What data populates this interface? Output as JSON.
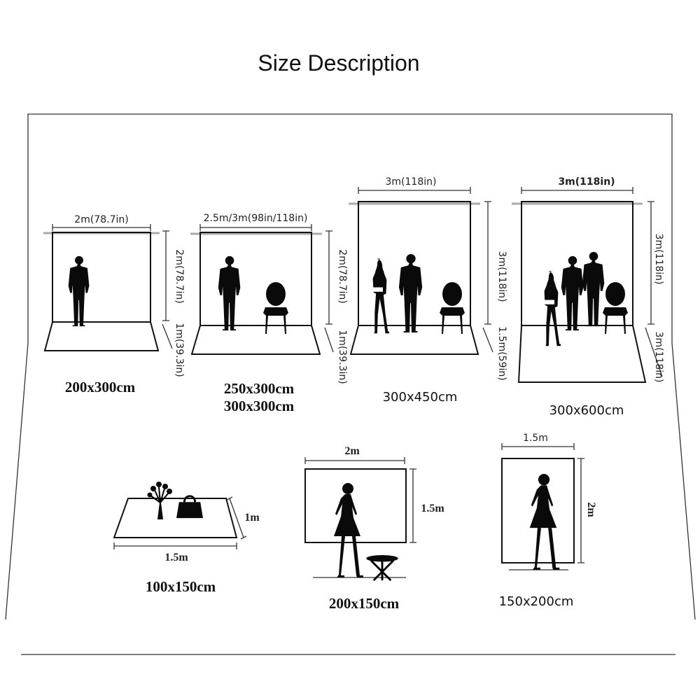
{
  "title": "Size Description",
  "backdrops": [
    {
      "width_label": "2m(78.7in)",
      "height_label": "2m(78.7in)",
      "floor_label": "1m(39.3in)",
      "captions": [
        "200x300cm"
      ]
    },
    {
      "width_label": "2.5m/3m(98in/118in)",
      "height_label": "2m(78.7in)",
      "floor_label": "1m(39.3in)",
      "captions": [
        "250x300cm",
        "300x300cm"
      ]
    },
    {
      "width_label": "3m(118in)",
      "height_label": "3m(118in)",
      "floor_label": "1.5m(59in)",
      "captions": [
        "300x450cm"
      ]
    },
    {
      "width_label": "3m(118in)",
      "height_label": "3m(118in)",
      "floor_label": "3m(118in)",
      "captions": [
        "300x600cm"
      ]
    }
  ],
  "small": [
    {
      "width_label": "1.5m",
      "height_label": "1m",
      "caption": "100x150cm"
    },
    {
      "width_label": "2m",
      "height_label": "1.5m",
      "caption": "200x150cm"
    },
    {
      "width_label": "1.5m",
      "height_label": "2m",
      "caption": "150x200cm"
    }
  ]
}
